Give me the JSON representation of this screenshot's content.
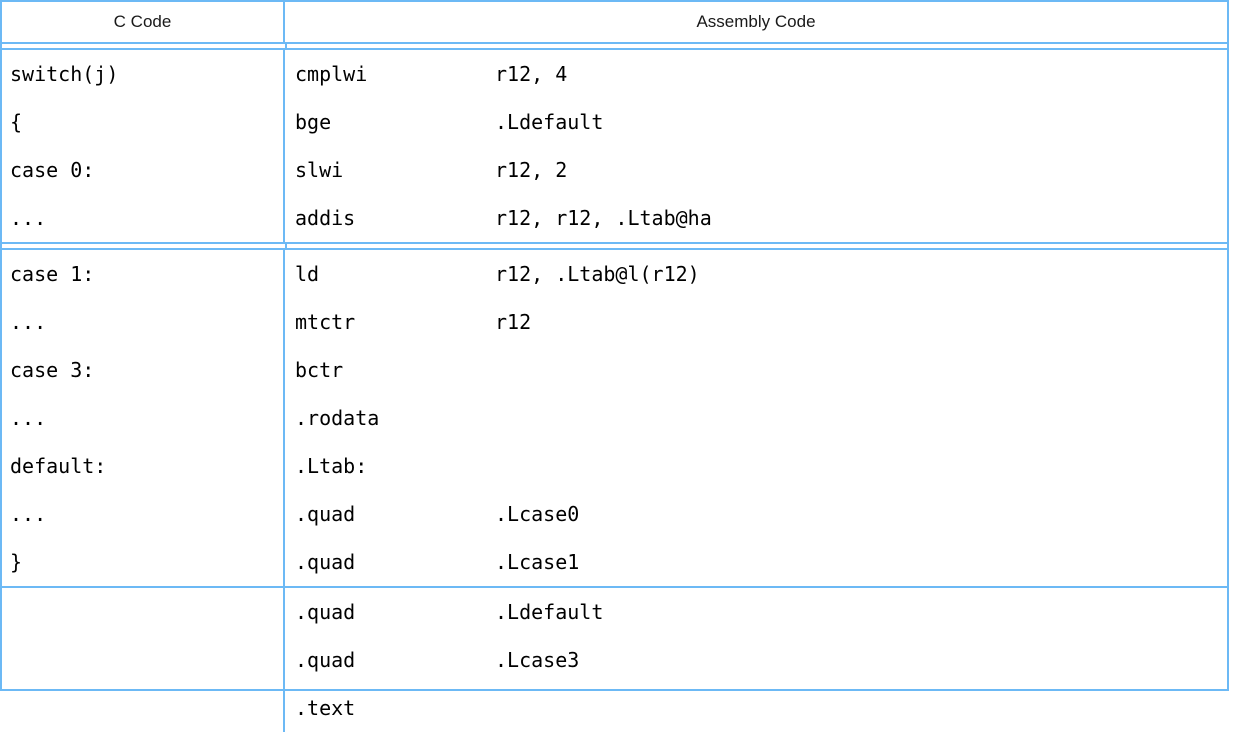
{
  "table": {
    "headers": [
      {
        "label": "C Code"
      },
      {
        "label": "Assembly Code"
      }
    ],
    "sections": [
      {
        "name": "section-1",
        "c_code": [
          "switch(j)",
          "{",
          "case 0:",
          "..."
        ],
        "assembly": [
          {
            "mnemonic": "cmplwi",
            "operands": "r12, 4"
          },
          {
            "mnemonic": "bge",
            "operands": ".Ldefault"
          },
          {
            "mnemonic": "slwi",
            "operands": "r12, 2"
          },
          {
            "mnemonic": "addis",
            "operands": "r12, r12, .Ltab@ha"
          }
        ]
      },
      {
        "name": "section-2",
        "c_code": [
          "case 1:",
          "...",
          "case 3:",
          "...",
          "default:",
          "...",
          "}"
        ],
        "assembly": [
          {
            "mnemonic": "ld",
            "operands": "r12, .Ltab@l(r12)"
          },
          {
            "mnemonic": "mtctr",
            "operands": "r12"
          },
          {
            "mnemonic": "bctr",
            "operands": ""
          },
          {
            "mnemonic": ".rodata",
            "operands": ""
          },
          {
            "mnemonic": ".Ltab:",
            "operands": ""
          },
          {
            "mnemonic": ".quad",
            "operands": ".Lcase0"
          },
          {
            "mnemonic": ".quad",
            "operands": ".Lcase1"
          }
        ]
      },
      {
        "name": "section-3",
        "c_code": [],
        "assembly": [
          {
            "mnemonic": ".quad",
            "operands": ".Ldefault"
          },
          {
            "mnemonic": ".quad",
            "operands": ".Lcase3"
          },
          {
            "mnemonic": ".text",
            "operands": ""
          }
        ]
      }
    ]
  },
  "colors": {
    "border": "#6cb9f5",
    "text": "#000000",
    "header_text": "#1a1a1a",
    "background": "#ffffff"
  }
}
